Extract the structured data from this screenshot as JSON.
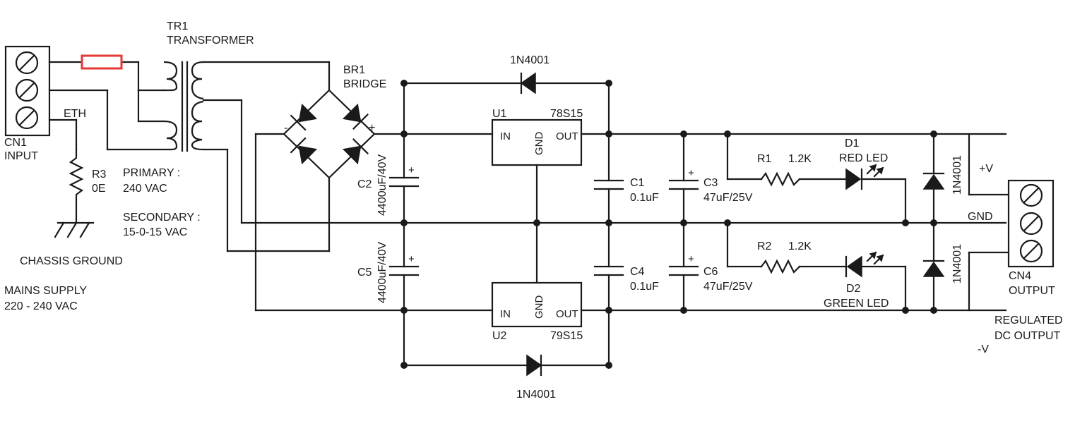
{
  "colors": {
    "wire": "#1a1a1a",
    "fuse": "#e53935",
    "background": "#ffffff"
  },
  "labels": {
    "tr1": "TR1",
    "transformer": "TRANSFORMER",
    "cn1": "CN1",
    "input": "INPUT",
    "eth": "ETH",
    "r3": "R3",
    "r3_value": "0E",
    "primary": "PRIMARY :",
    "primary_value": "240 VAC",
    "secondary": "SECONDARY :",
    "secondary_value": "15-0-15 VAC",
    "chassis_ground": "CHASSIS GROUND",
    "mains_supply": "MAINS SUPPLY",
    "mains_value": "220 - 240 VAC",
    "br1": "BR1",
    "bridge": "BRIDGE",
    "bridge_minus": "-",
    "bridge_plus": "+",
    "d_top": "1N4001",
    "d_bottom": "1N4001",
    "u1": "U1",
    "u1_part": "78S15",
    "u2": "U2",
    "u2_part": "79S15",
    "pin_in": "IN",
    "pin_gnd": "GND",
    "pin_out": "OUT",
    "c2": "C2",
    "c2_value": "4400uF/40V",
    "c5": "C5",
    "c5_value": "4400uF/40V",
    "c1": "C1",
    "c1_value": "0.1uF",
    "c4": "C4",
    "c4_value": "0.1uF",
    "c3": "C3",
    "c3_value": "47uF/25V",
    "c6": "C6",
    "c6_value": "47uF/25V",
    "cap_plus": "+",
    "r1": "R1",
    "r1_value": "1.2K",
    "r2": "R2",
    "r2_value": "1.2K",
    "d1": "D1",
    "d1_desc": "RED LED",
    "d2": "D2",
    "d2_desc": "GREEN LED",
    "d_out_top": "1N4001",
    "d_out_bottom": "1N4001",
    "plus_v": "+V",
    "gnd": "GND",
    "minus_v": "-V",
    "cn4": "CN4",
    "output": "OUTPUT",
    "regulated": "REGULATED",
    "dc_output": "DC OUTPUT"
  }
}
